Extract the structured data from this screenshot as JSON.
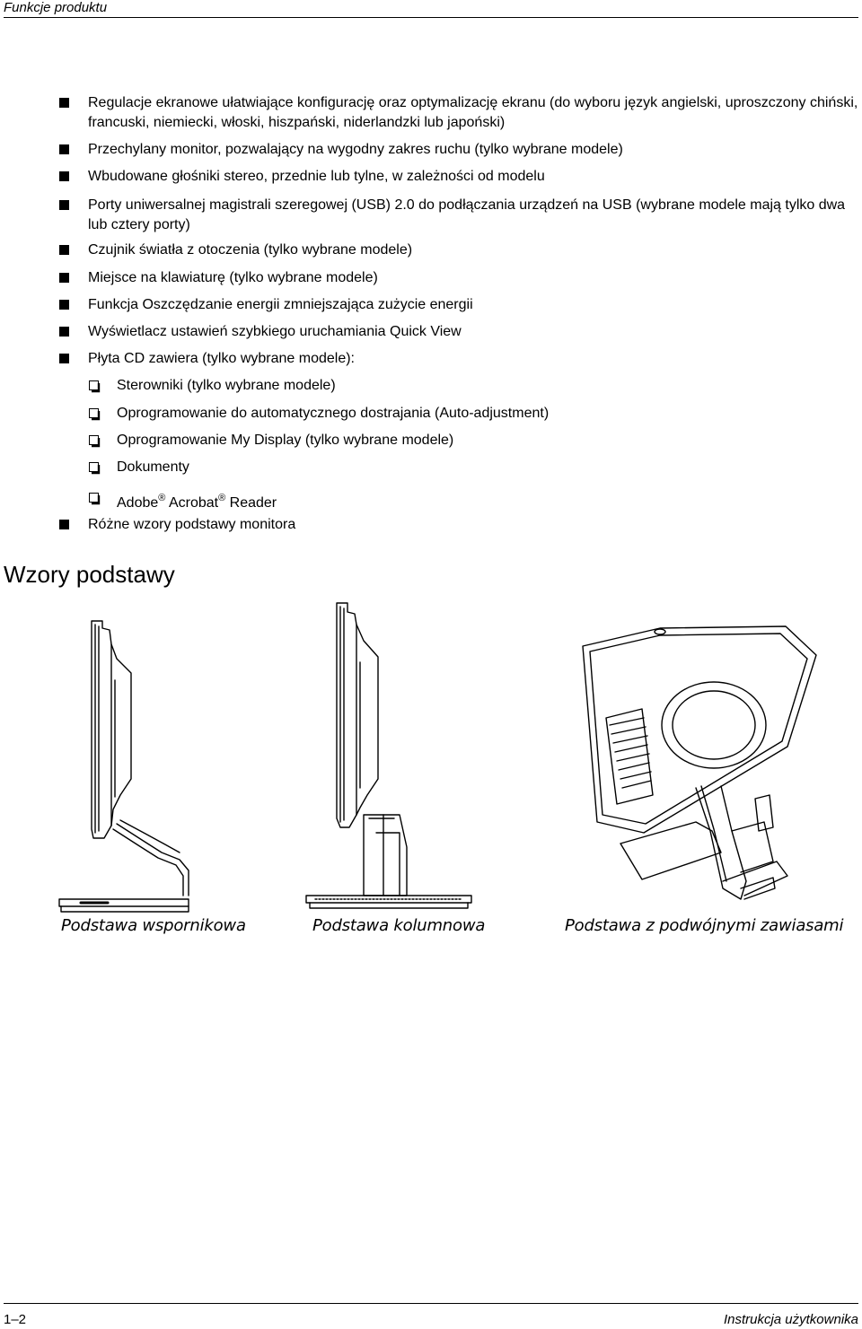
{
  "header": {
    "title": "Funkcje produktu"
  },
  "features": [
    {
      "text": "Regulacje ekranowe ułatwiające konfigurację oraz optymalizację ekranu (do wyboru język angielski, uproszczony chiński, francuski, niemiecki, włoski, hiszpański, niderlandzki lub japoński)"
    },
    {
      "text": "Przechylany monitor, pozwalający na wygodny zakres ruchu (tylko wybrane modele)"
    },
    {
      "text": "Wbudowane głośniki stereo, przednie lub tylne, w zależności od modelu"
    },
    {
      "text": "Porty uniwersalnej magistrali szeregowej (USB) 2.0 do podłączania urządzeń na USB (wybrane modele mają tylko dwa lub cztery porty)"
    },
    {
      "text": "Czujnik światła z otoczenia (tylko wybrane modele)"
    },
    {
      "text": "Miejsce na klawiaturę (tylko wybrane modele)"
    },
    {
      "text": "Funkcja Oszczędzanie energii zmniejszająca zużycie energii"
    },
    {
      "text": "Wyświetlacz ustawień szybkiego uruchamiania Quick View"
    },
    {
      "text": "Płyta CD zawiera (tylko wybrane modele):"
    }
  ],
  "cd_contents": [
    {
      "text": "Sterowniki (tylko wybrane modele)"
    },
    {
      "text": "Oprogramowanie do automatycznego dostrajania (Auto-adjustment)"
    },
    {
      "text": "Oprogramowanie My Display (tylko wybrane modele)"
    },
    {
      "text": "Dokumenty"
    },
    {
      "adobe": "Adobe",
      "acrobat": "Acrobat",
      "reader": "Reader",
      "reg": "®"
    }
  ],
  "last_feature": {
    "text": "Różne wzory podstawy monitora"
  },
  "section": {
    "title": "Wzory podstawy"
  },
  "figures": [
    {
      "caption": "Podstawa wspornikowa",
      "icon": "monitor-cantilever-stand-drawing"
    },
    {
      "caption": "Podstawa kolumnowa",
      "icon": "monitor-column-stand-drawing"
    },
    {
      "caption": "Podstawa z podwójnymi zawiasami",
      "icon": "monitor-dual-hinge-stand-drawing"
    }
  ],
  "footer": {
    "page": "1–2",
    "doc": "Instrukcja użytkownika"
  }
}
